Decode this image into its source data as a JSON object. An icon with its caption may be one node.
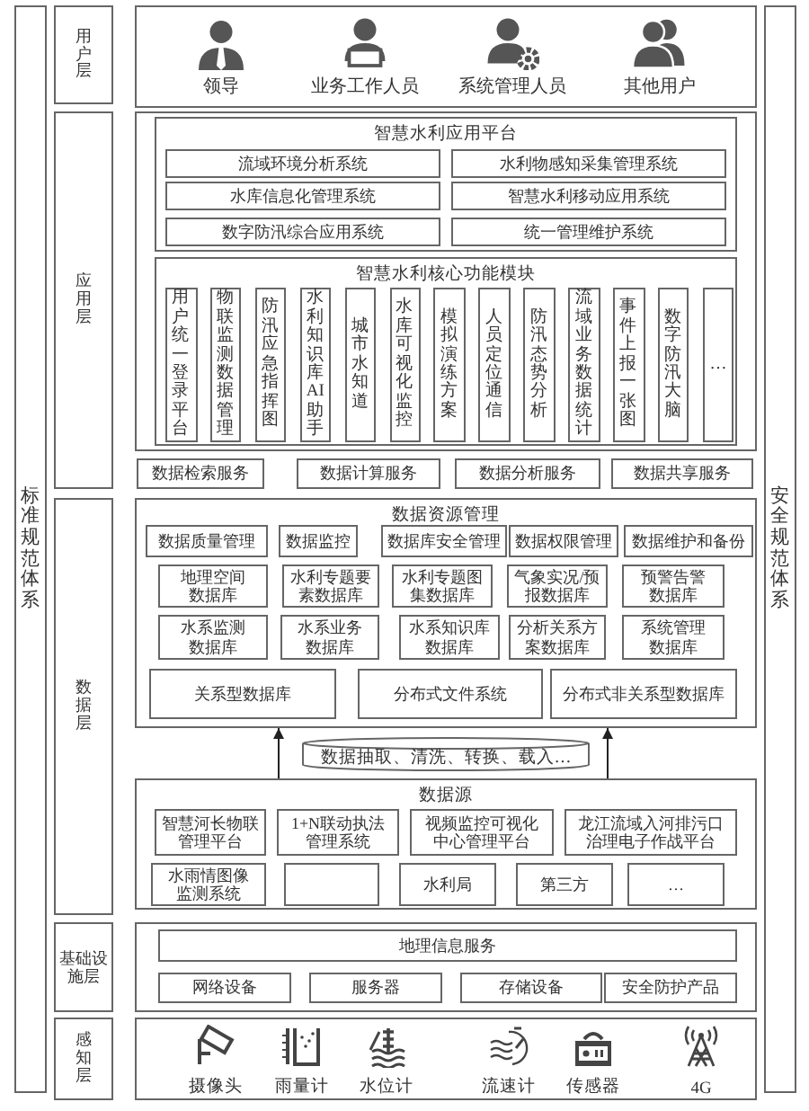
{
  "diagram": {
    "nodes": [
      {
        "text": [
          "标准规范体系"
        ]
      },
      {
        "text": [
          "安全规范体系"
        ]
      },
      {
        "text": [
          "用户层"
        ]
      },
      {
        "text": [],
        "shape": "box"
      },
      {
        "text": [
          "领导"
        ],
        "in": 3
      },
      {
        "text": [
          "业务工作人员"
        ],
        "in": 3
      },
      {
        "text": [
          "系统管理人员"
        ],
        "in": 3
      },
      {
        "text": [
          "其他用户"
        ],
        "in": 3
      },
      {
        "text": [
          "应用层"
        ]
      },
      {
        "text": [],
        "shape": "box"
      },
      {
        "text": [
          "智慧水利应用平台"
        ],
        "in": 9
      },
      {
        "text": [
          "流域环境分析系统"
        ],
        "in": 10
      },
      {
        "text": [
          "水利物感知采集管理系统"
        ],
        "in": 10
      },
      {
        "text": [
          "水库信息化管理系统"
        ],
        "in": 10
      },
      {
        "text": [
          "智慧水利移动应用系统"
        ],
        "in": 10
      },
      {
        "text": [
          "数字防汛综合应用系统"
        ],
        "in": 10
      },
      {
        "text": [
          "统一管理维护系统"
        ],
        "in": 10
      },
      {
        "text": [
          "智慧水利核心功能模块"
        ],
        "in": 9
      },
      {
        "text": [
          "用户统一登录平台"
        ],
        "in": 17
      },
      {
        "text": [
          "物联监测数据管理"
        ],
        "in": 17
      },
      {
        "text": [
          "防汛应急指挥图"
        ],
        "in": 17
      },
      {
        "text": [
          "水利知识库AI助手"
        ],
        "in": 17
      },
      {
        "text": [
          "城市水知道"
        ],
        "in": 17
      },
      {
        "text": [
          "水库可视化监控"
        ],
        "in": 17
      },
      {
        "text": [
          "模拟演练方案"
        ],
        "in": 17
      },
      {
        "text": [
          "人员定位通信"
        ],
        "in": 17
      },
      {
        "text": [
          "防汛态势分析"
        ],
        "in": 17
      },
      {
        "text": [
          "流域业务数据统计"
        ],
        "in": 17
      },
      {
        "text": [
          "事件上报一张图"
        ],
        "in": 17
      },
      {
        "text": [
          "数字防汛大脑"
        ],
        "in": 17
      },
      {
        "text": [
          "…"
        ],
        "in": 17
      },
      {
        "text": [
          "数据检索服务"
        ]
      },
      {
        "text": [
          "数据计算服务"
        ]
      },
      {
        "text": [
          "数据分析服务"
        ]
      },
      {
        "text": [
          "数据共享服务"
        ]
      },
      {
        "text": [
          "数据层"
        ]
      },
      {
        "text": [
          "数据资源管理"
        ]
      },
      {
        "text": [
          "数据质量管理"
        ],
        "in": 36
      },
      {
        "text": [
          "数据监控"
        ],
        "in": 36
      },
      {
        "text": [
          "数据库安全管理"
        ],
        "in": 36
      },
      {
        "text": [
          "数据权限管理"
        ],
        "in": 36
      },
      {
        "text": [
          "数据维护和备份"
        ],
        "in": 36
      },
      {
        "text": [
          "地理空间数据库"
        ],
        "in": 36
      },
      {
        "text": [
          "水利专题要素数据库"
        ],
        "in": 36
      },
      {
        "text": [
          "水利专题图集数据库"
        ],
        "in": 36
      },
      {
        "text": [
          "气象实况/预报数据库"
        ],
        "in": 36
      },
      {
        "text": [
          "预警告警数据库"
        ],
        "in": 36
      },
      {
        "text": [
          "水系监测数据库"
        ],
        "in": 36
      },
      {
        "text": [
          "水系业务数据库"
        ],
        "in": 36
      },
      {
        "text": [
          "水系知识库数据库"
        ],
        "in": 36
      },
      {
        "text": [
          "分析关系方案数据库"
        ],
        "in": 36
      },
      {
        "text": [
          "系统管理数据库"
        ],
        "in": 36
      },
      {
        "text": [
          "关系型数据库"
        ],
        "in": 36
      },
      {
        "text": [
          "分布式文件系统"
        ],
        "in": 36
      },
      {
        "text": [
          "分布式非关系型数据库"
        ],
        "in": 36
      },
      {
        "text": [
          "数据抽取、清洗、转换、载入…"
        ]
      },
      {
        "text": [
          "数据源"
        ]
      },
      {
        "text": [
          "智慧河长物联管理平台"
        ],
        "in": 56
      },
      {
        "text": [
          "1+N联动执法管理系统"
        ],
        "in": 56
      },
      {
        "text": [
          "视频监控可视化中心管理平台"
        ],
        "in": 56
      },
      {
        "text": [
          "龙江流域入河排污口治理电子作战平台"
        ],
        "in": 56
      },
      {
        "text": [
          "水雨情图像监测系统"
        ],
        "in": 56
      },
      {
        "text": [],
        "shape": "box",
        "in": 56
      },
      {
        "text": [
          "水利局"
        ],
        "in": 56
      },
      {
        "text": [
          "第三方"
        ],
        "in": 56
      },
      {
        "text": [
          "…"
        ],
        "in": 56
      },
      {
        "text": [
          "基础设施层"
        ]
      },
      {
        "text": [],
        "shape": "box"
      },
      {
        "text": [
          "地理信息服务"
        ],
        "in": 67
      },
      {
        "text": [
          "网络设备"
        ],
        "in": 67
      },
      {
        "text": [
          "服务器"
        ],
        "in": 67
      },
      {
        "text": [
          "存储设备"
        ],
        "in": 67
      },
      {
        "text": [
          "安全防护产品"
        ],
        "in": 67
      },
      {
        "text": [
          "感知层"
        ]
      },
      {
        "text": [],
        "shape": "box"
      },
      {
        "text": [
          "摄像头"
        ],
        "in": 74
      },
      {
        "text": [
          "雨量计"
        ],
        "in": 74
      },
      {
        "text": [
          "水位计"
        ],
        "in": 74
      },
      {
        "text": [
          "流速计"
        ],
        "in": 74
      },
      {
        "text": [
          "传感器"
        ],
        "in": 74
      },
      {
        "text": [
          "4G"
        ],
        "in": 74
      }
    ],
    "edges": [
      {
        "from": 56,
        "to": 36,
        "arrow": "to"
      },
      {
        "from": 56,
        "to": 36,
        "arrow": "to"
      }
    ]
  }
}
